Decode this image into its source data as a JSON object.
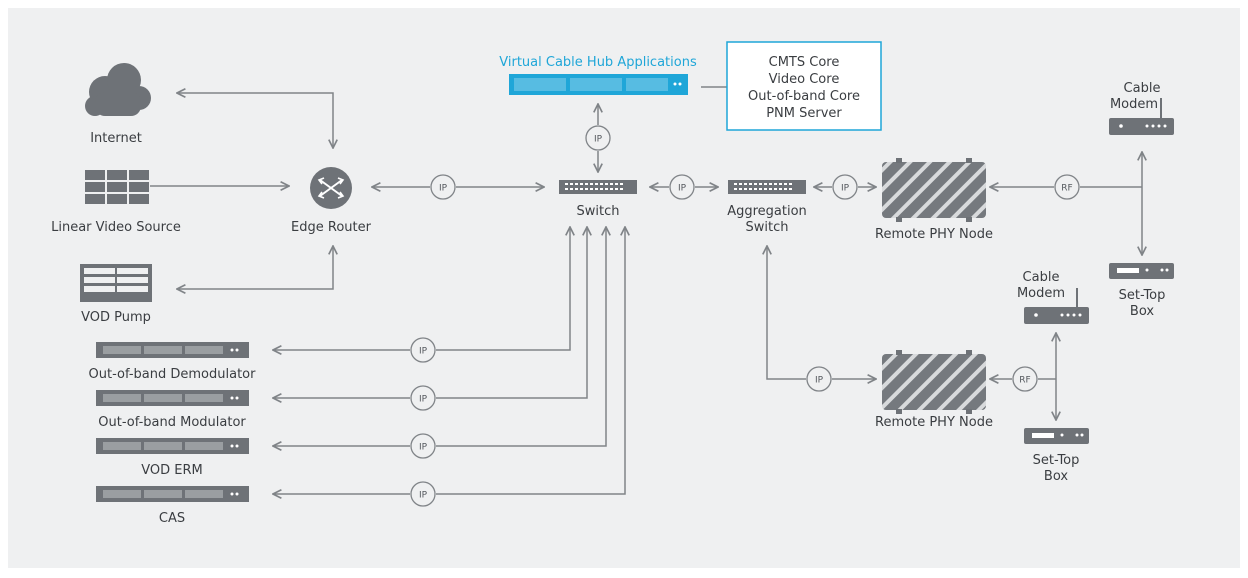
{
  "labels": {
    "internet": "Internet",
    "linear_video_source": "Linear Video Source",
    "vod_pump": "VOD Pump",
    "edge_router": "Edge Router",
    "switch": "Switch",
    "aggregation_switch_1": "Aggregation",
    "aggregation_switch_2": "Switch",
    "virtual_cable_hub": "Virtual Cable Hub Applications",
    "core_box": [
      "CMTS Core",
      "Video Core",
      "Out-of-band Core",
      "PNM Server"
    ],
    "remote_phy_node_top": "Remote PHY Node",
    "remote_phy_node_bottom": "Remote PHY Node",
    "cable_modem_top": [
      "Cable",
      "Modem"
    ],
    "cable_modem_bottom": [
      "Cable",
      "Modem"
    ],
    "set_top_box_top": [
      "Set-Top",
      "Box"
    ],
    "set_top_box_bottom": [
      "Set-Top",
      "Box"
    ],
    "oob_demodulator": "Out-of-band Demodulator",
    "oob_modulator": "Out-of-band Modulator",
    "vod_erm": "VOD ERM",
    "cas": "CAS"
  },
  "link_tags": {
    "ip": "IP",
    "rf": "RF"
  },
  "colors": {
    "line": "#808488",
    "device": "#6e7277",
    "accent": "#1fa6d8",
    "text": "#3a3d41",
    "background": "#eff0f1"
  }
}
